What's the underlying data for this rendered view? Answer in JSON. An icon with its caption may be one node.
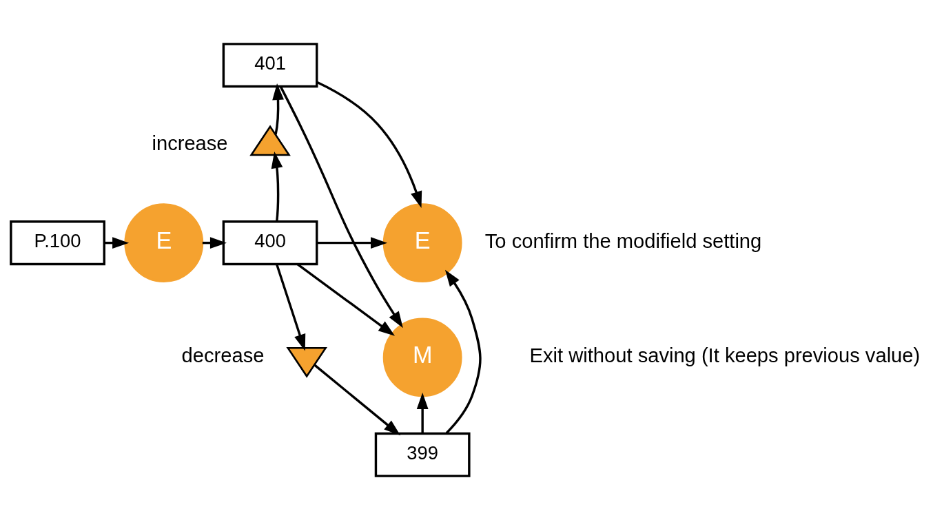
{
  "diagram": {
    "nodes": [
      {
        "text": [
          "P.100"
        ]
      },
      {
        "text": [
          "E"
        ]
      },
      {
        "text": [
          "400"
        ]
      },
      {
        "text": [],
        "shape": "triangle",
        "beside": [
          "increase"
        ]
      },
      {
        "text": [
          "401"
        ]
      },
      {
        "text": [],
        "shape": "triangle",
        "beside": [
          "decrease"
        ]
      },
      {
        "text": [
          "399"
        ]
      },
      {
        "text": [
          "E"
        ],
        "beside": [
          "To confirm the modifield setting"
        ]
      },
      {
        "text": [
          "M"
        ],
        "beside": [
          "Exit without saving (It keeps previous value)"
        ]
      }
    ],
    "edges": [
      {
        "from": 0,
        "to": 1,
        "arrow": "to"
      },
      {
        "from": 1,
        "to": 2,
        "arrow": "to"
      },
      {
        "from": 2,
        "to": 3,
        "arrow": "to"
      },
      {
        "from": 3,
        "to": 4,
        "arrow": "to"
      },
      {
        "from": 2,
        "to": 5,
        "arrow": "to"
      },
      {
        "from": 5,
        "to": 6,
        "arrow": "to"
      },
      {
        "from": 4,
        "to": 7,
        "arrow": "to"
      },
      {
        "from": 2,
        "to": 7,
        "arrow": "to"
      },
      {
        "from": 6,
        "to": 7,
        "arrow": "to"
      },
      {
        "from": 4,
        "to": 8,
        "arrow": "to"
      },
      {
        "from": 2,
        "to": 8,
        "arrow": "to"
      },
      {
        "from": 6,
        "to": 8,
        "arrow": "to"
      }
    ]
  }
}
